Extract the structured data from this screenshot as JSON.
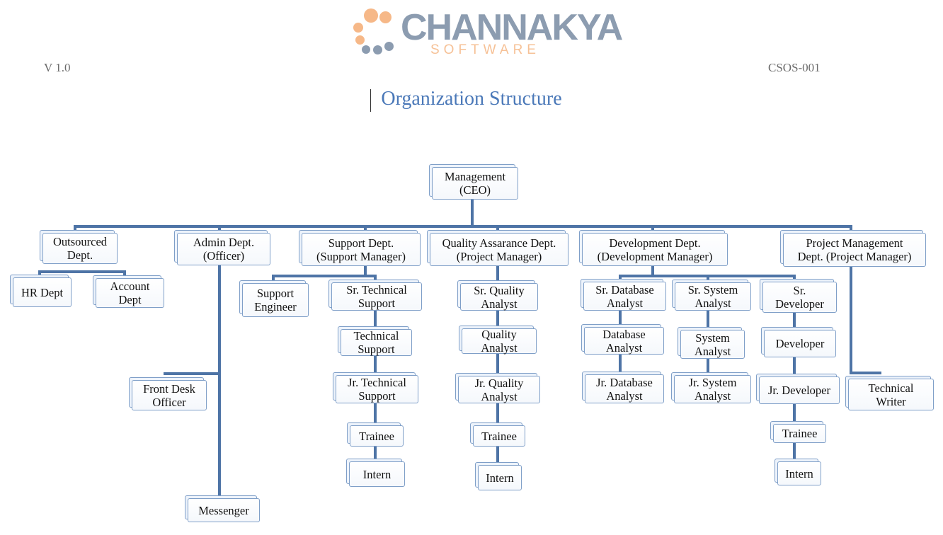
{
  "logo": {
    "name": "CHANNAKYA",
    "subtitle": "SOFTWARE",
    "dot_colors": [
      "#f6b888",
      "#8c9cb0"
    ]
  },
  "header": {
    "version": "V 1.0",
    "code": "CSOS-001",
    "title": "Organization Structure"
  },
  "colors": {
    "connector": "#4e74a6",
    "box_border": "#7f9fc8",
    "title": "#4a78b8"
  },
  "org": {
    "root": "Management\n(CEO)",
    "departments": [
      {
        "id": "outsourced",
        "label": "Outsourced\nDept.",
        "children": [
          "HR Dept",
          "Account\nDept"
        ]
      },
      {
        "id": "admin",
        "label": "Admin Dept.\n(Officer)",
        "children": [
          "Front Desk\nOfficer",
          "Messenger"
        ]
      },
      {
        "id": "support",
        "label": "Support Dept.\n(Support Manager)",
        "children": [
          "Support\nEngineer",
          "Sr. Technical\nSupport",
          "Technical\nSupport",
          "Jr. Technical\nSupport",
          "Trainee",
          "Intern"
        ]
      },
      {
        "id": "qa",
        "label": "Quality Assarance Dept.\n(Project Manager)",
        "children": [
          "Sr. Quality\nAnalyst",
          "Quality\nAnalyst",
          "Jr. Quality\nAnalyst",
          "Trainee",
          "Intern"
        ]
      },
      {
        "id": "dev",
        "label": "Development Dept.\n(Development Manager)",
        "children": [
          "Sr. Database\nAnalyst",
          "Database\nAnalyst",
          "Jr. Database\nAnalyst",
          "Sr. System\nAnalyst",
          "System\nAnalyst",
          "Jr. System\nAnalyst",
          "Sr.\nDeveloper",
          "Developer",
          "Jr. Developer",
          "Trainee",
          "Intern"
        ]
      },
      {
        "id": "pm",
        "label": "Project Management\nDept. (Project Manager)",
        "children": [
          "Technical\nWriter"
        ]
      }
    ]
  }
}
